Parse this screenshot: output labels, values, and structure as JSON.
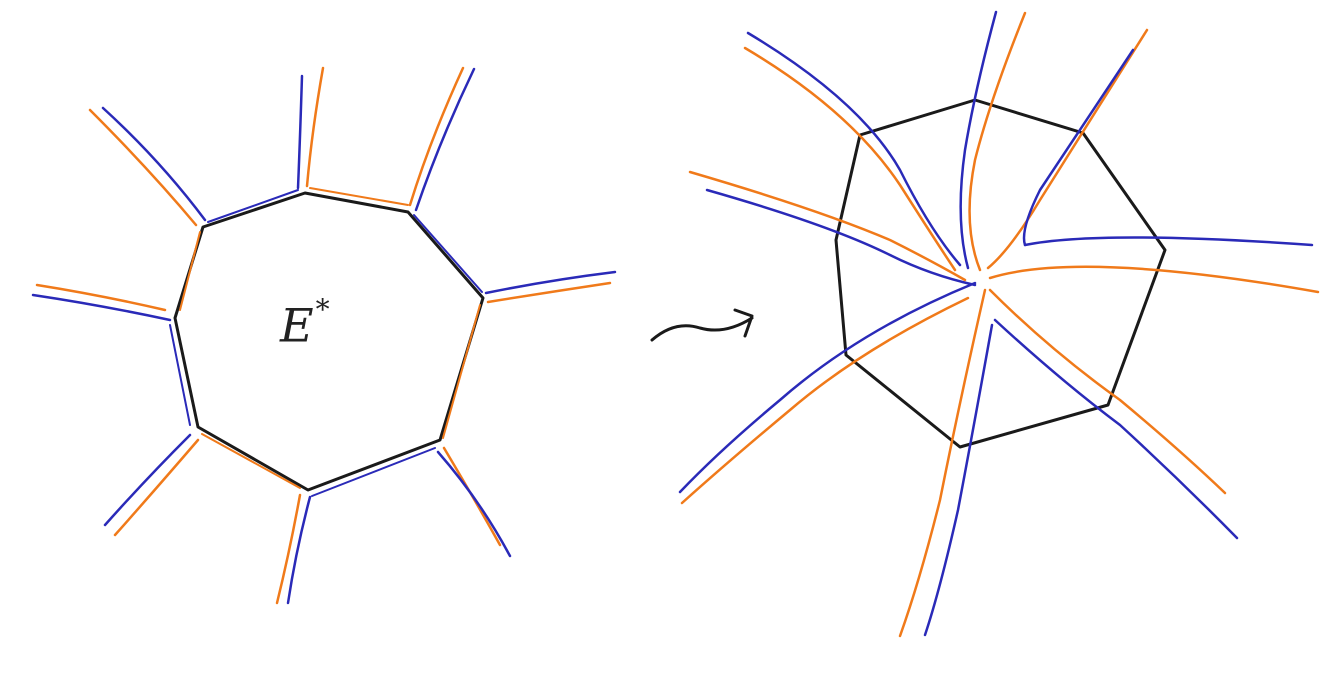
{
  "diagram": {
    "label": {
      "base": "E",
      "superscript": "*"
    },
    "colors": {
      "boundary": "#1a1a1a",
      "orange_curve": "#f07a1a",
      "blue_curve": "#2a2ab8"
    },
    "panels": [
      {
        "name": "left",
        "description_icon": "octagon-with-strands"
      },
      {
        "name": "right",
        "description_icon": "twisted-octagon"
      }
    ],
    "arrow_icon": "squiggle-arrow-icon"
  }
}
